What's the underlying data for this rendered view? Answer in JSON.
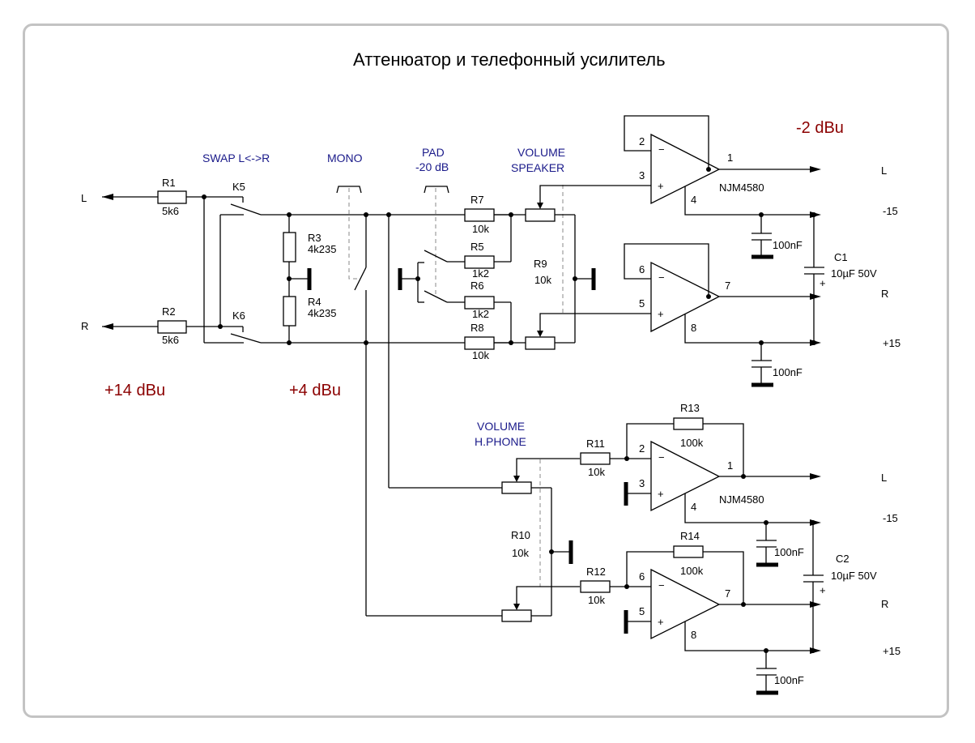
{
  "title": "Аттенюатор и телефонный усилитель",
  "levels": {
    "input": "+14 dBu",
    "attenuated": "+4 dBu",
    "output": "-2 dBu"
  },
  "controls": {
    "swap": "SWAP L<->R",
    "mono": "MONO",
    "pad_line1": "PAD",
    "pad_line2": "-20 dB",
    "vol_spk_line1": "VOLUME",
    "vol_spk_line2": "SPEAKER",
    "vol_hp_line1": "VOLUME",
    "vol_hp_line2": "H.PHONE"
  },
  "ports": {
    "in_l": "L",
    "in_r": "R",
    "out1_l": "L",
    "out1_r": "R",
    "out2_l": "L",
    "out2_r": "R",
    "neg1": "-15",
    "pos1": "+15",
    "neg2": "-15",
    "pos2": "+15"
  },
  "components": {
    "R1": {
      "ref": "R1",
      "value": "5k6"
    },
    "R2": {
      "ref": "R2",
      "value": "5k6"
    },
    "R3": {
      "ref": "R3",
      "value": "4k235"
    },
    "R4": {
      "ref": "R4",
      "value": "4k235"
    },
    "R5": {
      "ref": "R5",
      "value": "1k2"
    },
    "R6": {
      "ref": "R6",
      "value": "1k2"
    },
    "R7": {
      "ref": "R7",
      "value": "10k"
    },
    "R8": {
      "ref": "R8",
      "value": "10k"
    },
    "R9": {
      "ref": "R9",
      "value": "10k"
    },
    "R10": {
      "ref": "R10",
      "value": "10k"
    },
    "R11": {
      "ref": "R11",
      "value": "10k"
    },
    "R12": {
      "ref": "R12",
      "value": "10k"
    },
    "R13": {
      "ref": "R13",
      "value": "100k"
    },
    "R14": {
      "ref": "R14",
      "value": "100k"
    },
    "K5": {
      "ref": "K5"
    },
    "K6": {
      "ref": "K6"
    },
    "C1": {
      "ref": "C1",
      "value": "10µF 50V"
    },
    "C2": {
      "ref": "C2",
      "value": "10µF 50V"
    },
    "cap_decoupling": "100nF",
    "opamp": "NJM4580",
    "plus": "+"
  },
  "pins": {
    "p1": "1",
    "p2": "2",
    "p3": "3",
    "p4": "4",
    "p5": "5",
    "p6": "6",
    "p7": "7",
    "p8": "8",
    "minus": "−",
    "plus": "+"
  }
}
